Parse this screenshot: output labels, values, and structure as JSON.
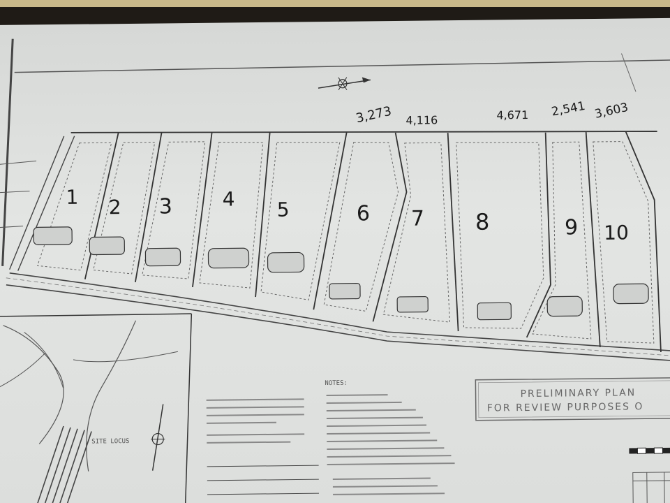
{
  "lots": [
    {
      "number": "1"
    },
    {
      "number": "2"
    },
    {
      "number": "3"
    },
    {
      "number": "4"
    },
    {
      "number": "5"
    },
    {
      "number": "6"
    },
    {
      "number": "7"
    },
    {
      "number": "8"
    },
    {
      "number": "9"
    },
    {
      "number": "10"
    }
  ],
  "frontage_notes": [
    "3,273",
    "4,116",
    "4,671",
    "2,541",
    "3,603"
  ],
  "stamp": {
    "line1": "PRELIMINARY PLAN",
    "line2": "FOR REVIEW PURPOSES O"
  },
  "notes_heading": "NOTES:",
  "site_locus_label": "SITE LOCUS",
  "colors": {
    "paper": "#dfe1df",
    "ink": "#333333",
    "pen": "#1a1a1a",
    "table_dark": "#1f1b16"
  },
  "icons": [
    "north-arrow-icon",
    "north-arrow-locus-icon",
    "scale-bar-icon"
  ]
}
